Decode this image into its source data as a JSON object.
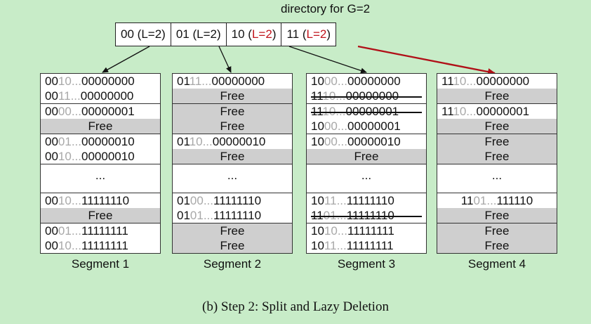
{
  "directory": {
    "title": "directory for G=2",
    "cells": [
      {
        "prefix": "00",
        "open": " (",
        "local": "L=2",
        "close": ")",
        "highlight": false
      },
      {
        "prefix": "01",
        "open": " (",
        "local": "L=2",
        "close": ")",
        "highlight": false
      },
      {
        "prefix": "10",
        "open": " (",
        "local": "L=2",
        "close": ")",
        "highlight": true
      },
      {
        "prefix": "11",
        "open": " (",
        "local": "L=2",
        "close": ")",
        "highlight": true
      }
    ]
  },
  "segments": [
    {
      "label": "Segment  1",
      "buckets": [
        [
          {
            "kind": "key",
            "pre": "00",
            "mid": "10...",
            "suf": "00000000"
          },
          {
            "kind": "key",
            "pre": "00",
            "mid": "11...",
            "suf": "00000000"
          }
        ],
        [
          {
            "kind": "key",
            "pre": "00",
            "mid": "00...",
            "suf": "00000001"
          },
          {
            "kind": "free",
            "text": "Free"
          }
        ],
        [
          {
            "kind": "key",
            "pre": "00",
            "mid": "01...",
            "suf": "00000010"
          },
          {
            "kind": "key",
            "pre": "00",
            "mid": "10...",
            "suf": "00000010"
          }
        ],
        [
          {
            "kind": "ellipsis",
            "text": "..."
          }
        ],
        [
          {
            "kind": "key",
            "pre": "00",
            "mid": "10...",
            "suf": "11111110"
          },
          {
            "kind": "free",
            "text": "Free"
          }
        ],
        [
          {
            "kind": "key",
            "pre": "00",
            "mid": "01...",
            "suf": "11111111"
          },
          {
            "kind": "key",
            "pre": "00",
            "mid": "10...",
            "suf": "11111111"
          }
        ]
      ]
    },
    {
      "label": "Segment  2",
      "buckets": [
        [
          {
            "kind": "key",
            "pre": "01",
            "mid": "11...",
            "suf": "00000000"
          },
          {
            "kind": "free",
            "text": "Free"
          }
        ],
        [
          {
            "kind": "free",
            "text": "Free"
          },
          {
            "kind": "free",
            "text": "Free"
          }
        ],
        [
          {
            "kind": "key",
            "pre": "01",
            "mid": "10...",
            "suf": "00000010"
          },
          {
            "kind": "free",
            "text": "Free"
          }
        ],
        [
          {
            "kind": "ellipsis",
            "text": "..."
          }
        ],
        [
          {
            "kind": "key",
            "pre": "01",
            "mid": "00...",
            "suf": "11111110"
          },
          {
            "kind": "key",
            "pre": "01",
            "mid": "01...",
            "suf": "11111110"
          }
        ],
        [
          {
            "kind": "free",
            "text": "Free"
          },
          {
            "kind": "free",
            "text": "Free"
          }
        ]
      ]
    },
    {
      "label": "Segment  3",
      "buckets": [
        [
          {
            "kind": "key",
            "pre": "10",
            "mid": "00...",
            "suf": "00000000"
          },
          {
            "kind": "key",
            "pre": "11",
            "mid": "10...",
            "suf": "00000000",
            "strike": true
          }
        ],
        [
          {
            "kind": "key",
            "pre": "11",
            "mid": "10...",
            "suf": "00000001",
            "strike": true
          },
          {
            "kind": "key",
            "pre": "10",
            "mid": "00...",
            "suf": "00000001"
          }
        ],
        [
          {
            "kind": "key",
            "pre": "10",
            "mid": "00...",
            "suf": "00000010"
          },
          {
            "kind": "free",
            "text": "Free"
          }
        ],
        [
          {
            "kind": "ellipsis",
            "text": "..."
          }
        ],
        [
          {
            "kind": "key",
            "pre": "10",
            "mid": "11...",
            "suf": "11111110"
          },
          {
            "kind": "key",
            "pre": "11",
            "mid": "01...",
            "suf": "11111110",
            "strike": true
          }
        ],
        [
          {
            "kind": "key",
            "pre": "10",
            "mid": "10...",
            "suf": "11111111"
          },
          {
            "kind": "key",
            "pre": "10",
            "mid": "11...",
            "suf": "11111111"
          }
        ]
      ]
    },
    {
      "label": "Segment  4",
      "buckets": [
        [
          {
            "kind": "key",
            "pre": "11",
            "mid": "10...",
            "suf": "00000000"
          },
          {
            "kind": "free",
            "text": "Free"
          }
        ],
        [
          {
            "kind": "key",
            "pre": "11",
            "mid": "10...",
            "suf": "00000001"
          },
          {
            "kind": "free",
            "text": "Free"
          }
        ],
        [
          {
            "kind": "free",
            "text": "Free"
          },
          {
            "kind": "free",
            "text": "Free"
          }
        ],
        [
          {
            "kind": "ellipsis",
            "text": "..."
          }
        ],
        [
          {
            "kind": "key",
            "pre": "11",
            "mid": "01...",
            "suf": "111110",
            "center": true
          },
          {
            "kind": "free",
            "text": "Free"
          }
        ],
        [
          {
            "kind": "free",
            "text": "Free"
          },
          {
            "kind": "free",
            "text": "Free"
          }
        ]
      ]
    }
  ],
  "caption": "(b)  Step 2: Split and Lazy Deletion",
  "colors": {
    "highlight": "#c0141c",
    "free": "#cfcfcf",
    "background": "#c8ecc8",
    "faded": "#a8a8a8"
  }
}
